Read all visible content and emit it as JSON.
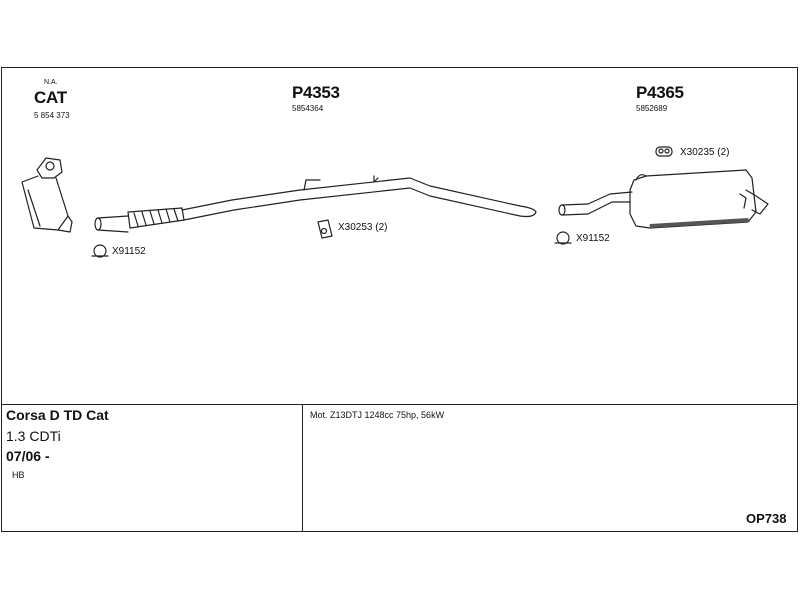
{
  "parts": {
    "cat": {
      "note": "N.A.",
      "label": "CAT",
      "number": "5 854 373"
    },
    "pipe": {
      "label": "P4353",
      "number": "5854364"
    },
    "muffler": {
      "label": "P4365",
      "number": "5852689"
    }
  },
  "fittings": {
    "clamp_front": "X91152",
    "hanger_mid": "X30253 (2)",
    "clamp_rear": "X91152",
    "hanger_rear": "X30235 (2)"
  },
  "vehicle": {
    "model": "Corsa D TD Cat",
    "engine": "1.3 CDTi",
    "date": "07/06 -",
    "body": "HB"
  },
  "engine_detail": "Mot. Z13DTJ 1248cc 75hp, 56kW",
  "diagram_code": "OP738",
  "colors": {
    "line": "#222222",
    "fill": "#ffffff",
    "dark": "#555555"
  }
}
